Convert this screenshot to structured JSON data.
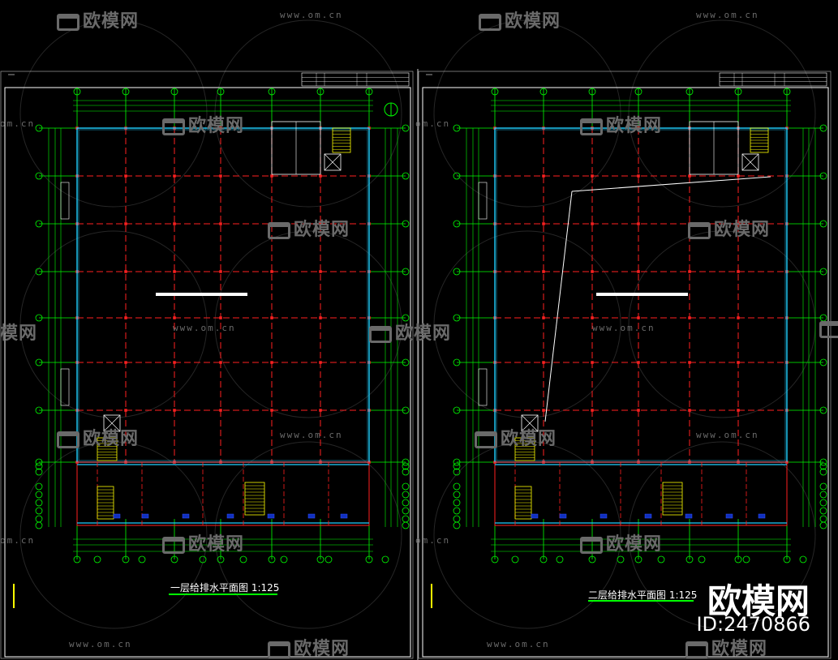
{
  "drawings": [
    {
      "title": "一层给排水平面图 1:125"
    },
    {
      "title": "二层给排水平面图 1:125"
    }
  ],
  "watermark": {
    "logo_text": "欧模网",
    "url_text": "www.om.cn",
    "url_text_fragment": "om.cn",
    "logo_fragment": "模网"
  },
  "brand": {
    "name": "欧模网",
    "id_text": "ID:2470866"
  },
  "colors": {
    "background": "#000000",
    "column_grid": "#ff2020",
    "axis_lines": "#00ff00",
    "walls": "#20d0ff",
    "frame": "#ffffff",
    "stair": "#ffff00",
    "watermark": "#6a6a6a"
  }
}
